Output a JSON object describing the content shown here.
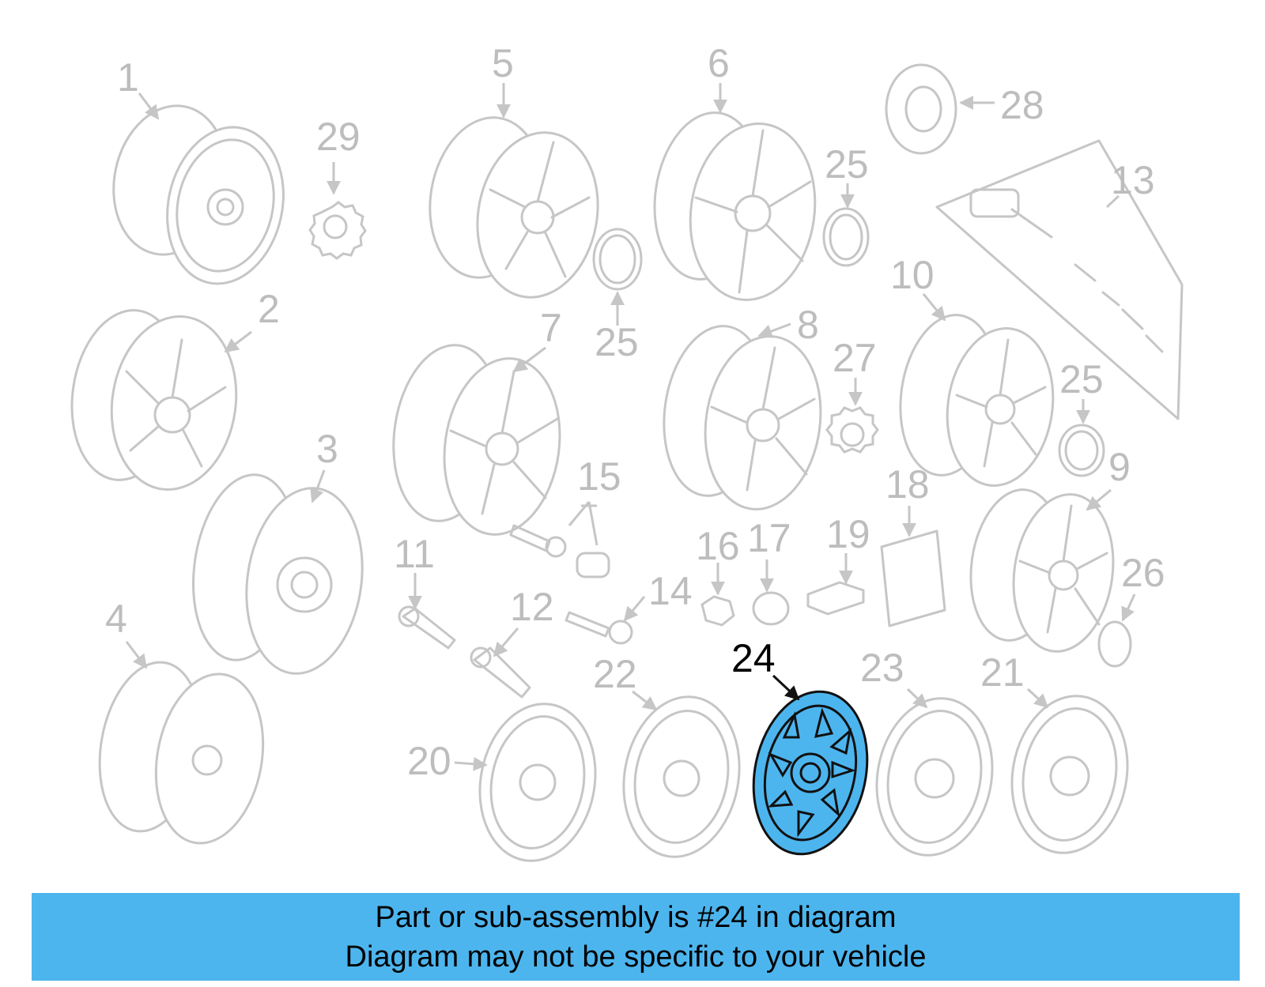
{
  "diagram": {
    "highlighted_part": "24",
    "callouts": [
      {
        "id": "c1",
        "label": "1"
      },
      {
        "id": "c2",
        "label": "2"
      },
      {
        "id": "c3",
        "label": "3"
      },
      {
        "id": "c4",
        "label": "4"
      },
      {
        "id": "c5",
        "label": "5"
      },
      {
        "id": "c6",
        "label": "6"
      },
      {
        "id": "c7",
        "label": "7"
      },
      {
        "id": "c8",
        "label": "8"
      },
      {
        "id": "c9",
        "label": "9"
      },
      {
        "id": "c10",
        "label": "10"
      },
      {
        "id": "c11",
        "label": "11"
      },
      {
        "id": "c12",
        "label": "12"
      },
      {
        "id": "c13",
        "label": "13"
      },
      {
        "id": "c14",
        "label": "14"
      },
      {
        "id": "c15",
        "label": "15"
      },
      {
        "id": "c16",
        "label": "16"
      },
      {
        "id": "c17",
        "label": "17"
      },
      {
        "id": "c18",
        "label": "18"
      },
      {
        "id": "c19",
        "label": "19"
      },
      {
        "id": "c20",
        "label": "20"
      },
      {
        "id": "c21",
        "label": "21"
      },
      {
        "id": "c22",
        "label": "22"
      },
      {
        "id": "c23",
        "label": "23"
      },
      {
        "id": "c24",
        "label": "24"
      },
      {
        "id": "c25a",
        "label": "25"
      },
      {
        "id": "c25b",
        "label": "25"
      },
      {
        "id": "c25c",
        "label": "25"
      },
      {
        "id": "c26",
        "label": "26"
      },
      {
        "id": "c27",
        "label": "27"
      },
      {
        "id": "c28",
        "label": "28"
      },
      {
        "id": "c29",
        "label": "29"
      }
    ]
  },
  "banner": {
    "line1": "Part or sub-assembly is #24 in diagram",
    "line2": "Diagram may not be specific to your vehicle"
  },
  "colors": {
    "highlight": "#4db5ee",
    "banner": "#4db5ee",
    "line_art": "#c6c6c6"
  }
}
